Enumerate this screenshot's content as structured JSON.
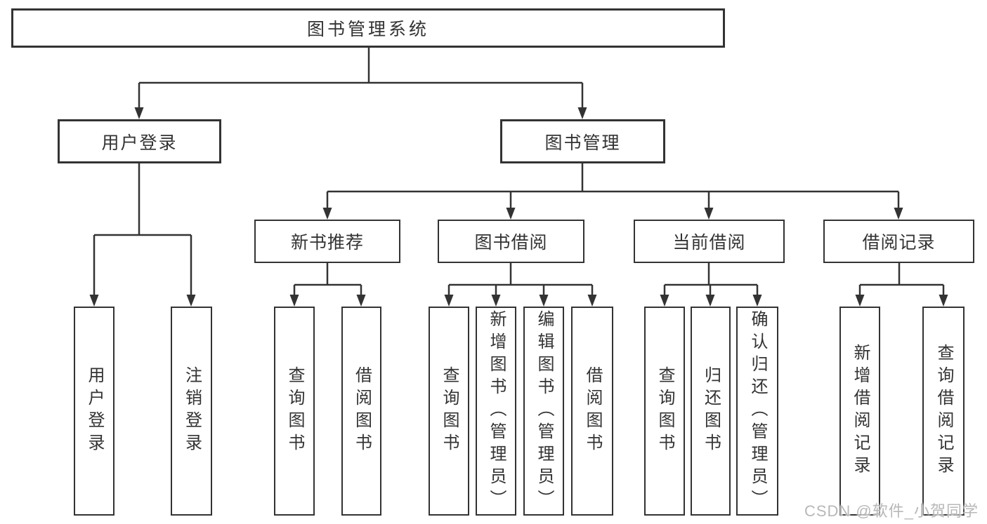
{
  "colors": {
    "line": "#333333",
    "box_border": "#333333",
    "text": "#333333",
    "watermark_text": "#b8b8b8",
    "background": "#ffffff"
  },
  "watermark": "CSDN @软件_小贺同学",
  "tree": {
    "root": {
      "label": "图书管理系统"
    },
    "children": [
      {
        "label": "用户登录",
        "children": [
          {
            "label": "用户登录"
          },
          {
            "label": "注销登录"
          }
        ]
      },
      {
        "label": "图书管理",
        "children": [
          {
            "label": "新书推荐",
            "children": [
              {
                "label": "查询图书"
              },
              {
                "label": "借阅图书"
              }
            ]
          },
          {
            "label": "图书借阅",
            "children": [
              {
                "label": "查询图书"
              },
              {
                "label": "新增图书（管理员）"
              },
              {
                "label": "编辑图书（管理员）"
              },
              {
                "label": "借阅图书"
              }
            ]
          },
          {
            "label": "当前借阅",
            "children": [
              {
                "label": "查询图书"
              },
              {
                "label": "归还图书"
              },
              {
                "label": "确认归还（管理员）"
              }
            ]
          },
          {
            "label": "借阅记录",
            "children": [
              {
                "label": "新增借阅记录"
              },
              {
                "label": "查询借阅记录"
              }
            ]
          }
        ]
      }
    ]
  }
}
